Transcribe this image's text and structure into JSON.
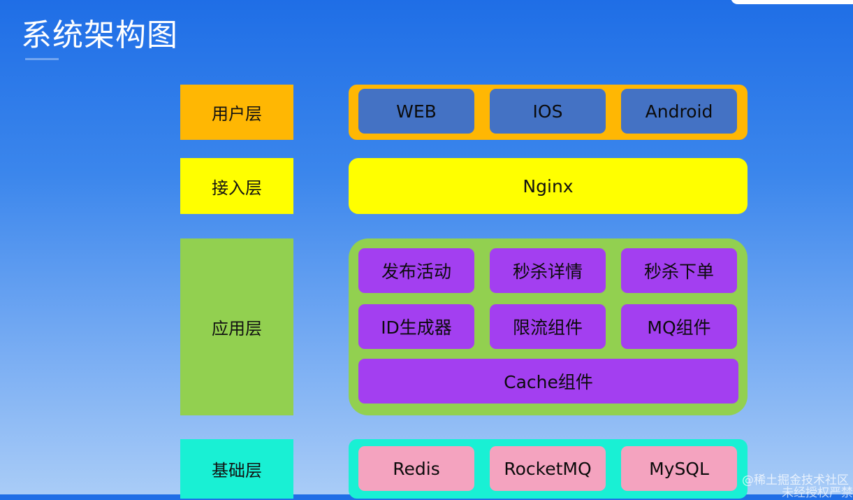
{
  "title": "系统架构图",
  "layers": {
    "user": {
      "label": "用户层",
      "items": [
        "WEB",
        "IOS",
        "Android"
      ]
    },
    "access": {
      "label": "接入层",
      "items": [
        "Nginx"
      ]
    },
    "app": {
      "label": "应用层",
      "items": [
        "发布活动",
        "秒杀详情",
        "秒杀下单",
        "ID生成器",
        "限流组件",
        "MQ组件",
        "Cache组件"
      ]
    },
    "base": {
      "label": "基础层",
      "items": [
        "Redis",
        "RocketMQ",
        "MySQL"
      ]
    }
  },
  "colors": {
    "user_layer": "#ffb703",
    "access_layer": "#ffff00",
    "app_layer": "#92d050",
    "base_layer": "#19f0d4",
    "user_cells": "#4472c4",
    "app_cells": "#a33ff0",
    "base_cells": "#f4a3bf"
  },
  "watermark": "@稀土掘金技术社区",
  "watermark_line2": "未经授权严禁"
}
